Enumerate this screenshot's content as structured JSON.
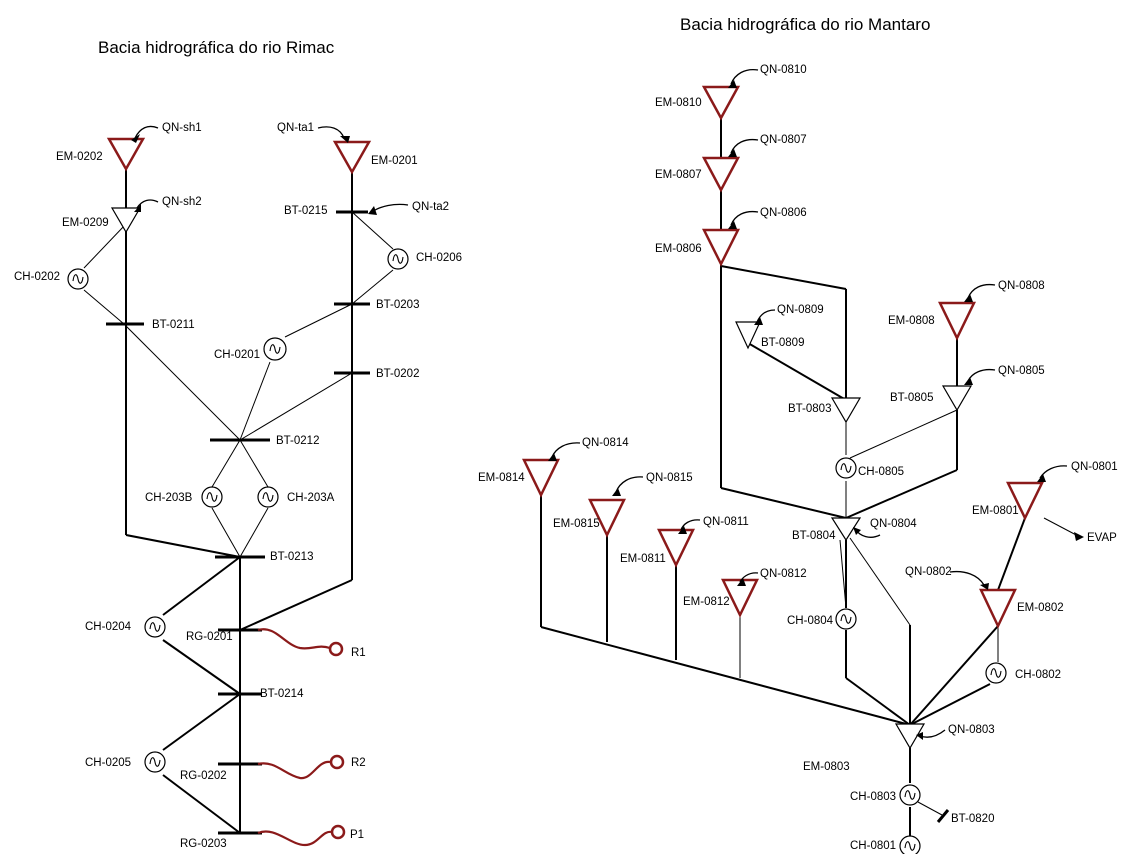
{
  "titles": {
    "rimac": "Bacia hidrográfica do rio Rimac",
    "mantaro": "Bacia hidrográfica do rio Mantaro"
  },
  "colors": {
    "reservoir": "#8b1a1a",
    "line": "#000000"
  },
  "labels": {
    "rimac": {
      "qn_sh1": "QN-sh1",
      "em_0202": "EM-0202",
      "qn_ta1": "QN-ta1",
      "em_0201": "EM-0201",
      "qn_sh2": "QN-sh2",
      "em_0209": "EM-0209",
      "bt_0215": "BT-0215",
      "qn_ta2": "QN-ta2",
      "ch_0202": "CH-0202",
      "ch_0206": "CH-0206",
      "bt_0203": "BT-0203",
      "bt_0211": "BT-0211",
      "ch_0201": "CH-0201",
      "bt_0202": "BT-0202",
      "bt_0212": "BT-0212",
      "ch_203b": "CH-203B",
      "ch_203a": "CH-203A",
      "bt_0213": "BT-0213",
      "ch_0204": "CH-0204",
      "rg_0201": "RG-0201",
      "r1": "R1",
      "bt_0214": "BT-0214",
      "ch_0205": "CH-0205",
      "rg_0202": "RG-0202",
      "r2": "R2",
      "rg_0203": "RG-0203",
      "p1": "P1"
    },
    "mantaro": {
      "qn_0810": "QN-0810",
      "em_0810": "EM-0810",
      "qn_0807": "QN-0807",
      "em_0807": "EM-0807",
      "qn_0806": "QN-0806",
      "em_0806": "EM-0806",
      "qn_0808": "QN-0808",
      "em_0808": "EM-0808",
      "qn_0809": "QN-0809",
      "bt_0809": "BT-0809",
      "qn_0805": "QN-0805",
      "bt_0805": "BT-0805",
      "bt_0803": "BT-0803",
      "qn_0814": "QN-0814",
      "em_0814": "EM-0814",
      "qn_0815": "QN-0815",
      "em_0815": "EM-0815",
      "ch_0805": "CH-0805",
      "qn_0801": "QN-0801",
      "em_0801": "EM-0801",
      "evap": "EVAP",
      "qn_0811": "QN-0811",
      "em_0811": "EM-0811",
      "bt_0804": "BT-0804",
      "qn_0804": "QN-0804",
      "qn_0812": "QN-0812",
      "em_0812": "EM-0812",
      "qn_0802": "QN-0802",
      "em_0802": "EM-0802",
      "ch_0804": "CH-0804",
      "ch_0802": "CH-0802",
      "qn_0803": "QN-0803",
      "em_0803": "EM-0803",
      "ch_0803": "CH-0803",
      "bt_0820": "BT-0820",
      "ch_0801": "CH-0801"
    }
  }
}
